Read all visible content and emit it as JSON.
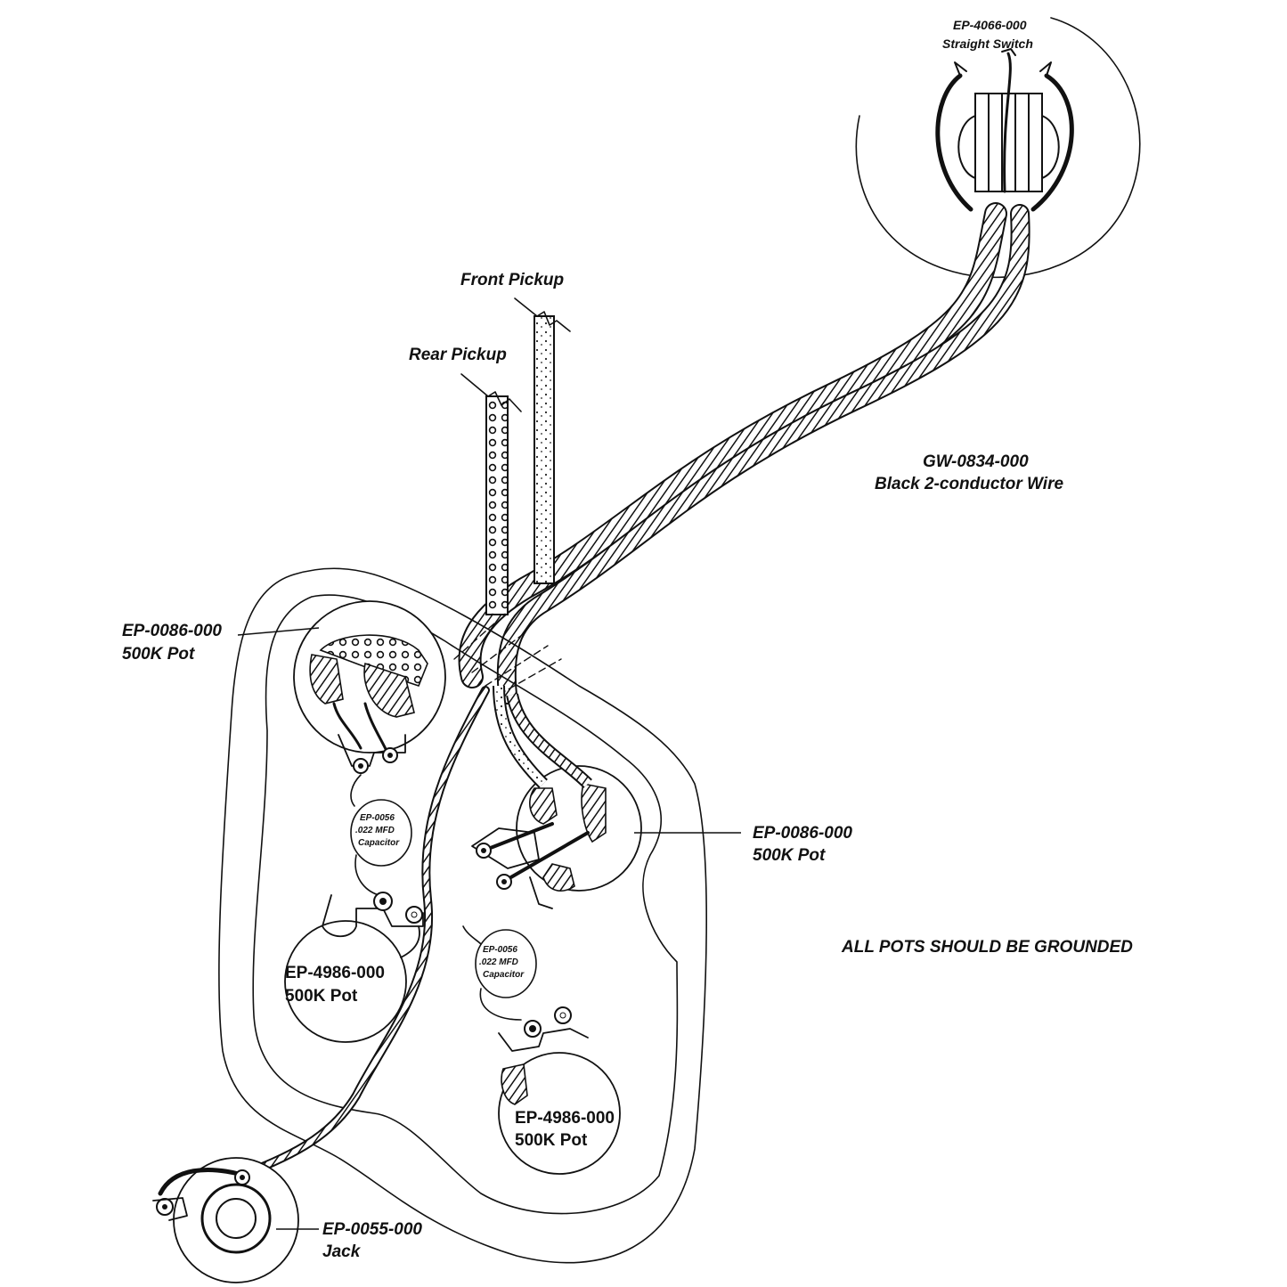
{
  "labels": {
    "switch_part": "EP-4066-000",
    "switch_name": "Straight Switch",
    "front_pickup": "Front Pickup",
    "rear_pickup": "Rear Pickup",
    "wire_part": "GW-0834-000",
    "wire_name": "Black 2-conductor Wire",
    "pot_top_left_part": "EP-0086-000",
    "pot_top_left_value": "500K Pot",
    "pot_right_part": "EP-0086-000",
    "pot_right_value": "500K Pot",
    "pot_bottom_left_part": "EP-4986-000",
    "pot_bottom_left_value": "500K Pot",
    "pot_bottom_right_part": "EP-4986-000",
    "pot_bottom_right_value": "500K Pot",
    "cap_left_line1": "EP-0056",
    "cap_left_line2": ".022 MFD",
    "cap_left_line3": "Capacitor",
    "cap_right_line1": "EP-0056",
    "cap_right_line2": ".022 MFD",
    "cap_right_line3": "Capacitor",
    "jack_part": "EP-0055-000",
    "jack_name": "Jack",
    "ground_note": "ALL POTS SHOULD BE GROUNDED"
  }
}
